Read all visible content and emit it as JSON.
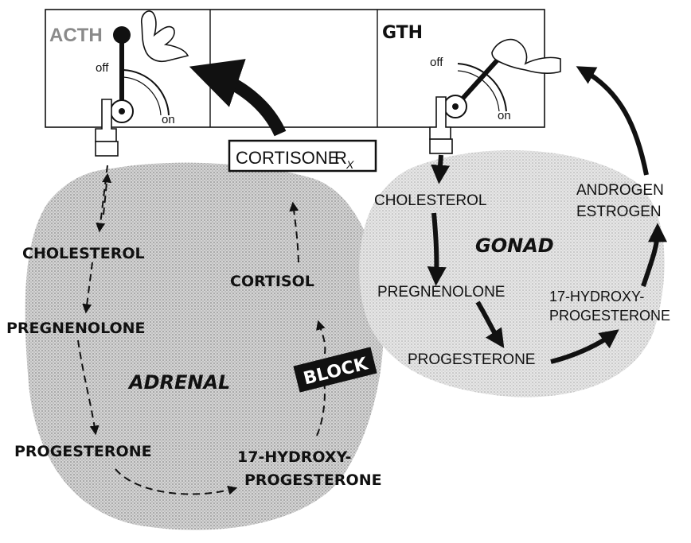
{
  "control_panel": {
    "left_label": "ACTH",
    "right_label": "GTH",
    "dial_off": "off",
    "dial_on": "on"
  },
  "drug": {
    "text": "CORTISONE",
    "symbol": "R",
    "subscript": "X"
  },
  "adrenal": {
    "name": "ADRENAL",
    "cholesterol": "CHOLESTEROL",
    "pregnenolone": "PREGNENOLONE",
    "progesterone": "PROGESTERONE",
    "hydroxy_line1": "17-HYDROXY-",
    "hydroxy_line2": "PROGESTERONE",
    "cortisol": "CORTISOL",
    "block": "BLOCK"
  },
  "gonad": {
    "name": "GONAD",
    "cholesterol": "CHOLESTEROL",
    "pregnenolone": "PREGNENOLONE",
    "progesterone": "PROGESTERONE",
    "hydroxy_line1": "17-HYDROXY-",
    "hydroxy_line2": "PROGESTERONE",
    "androgen": "ANDROGEN",
    "estrogen": "ESTROGEN"
  }
}
